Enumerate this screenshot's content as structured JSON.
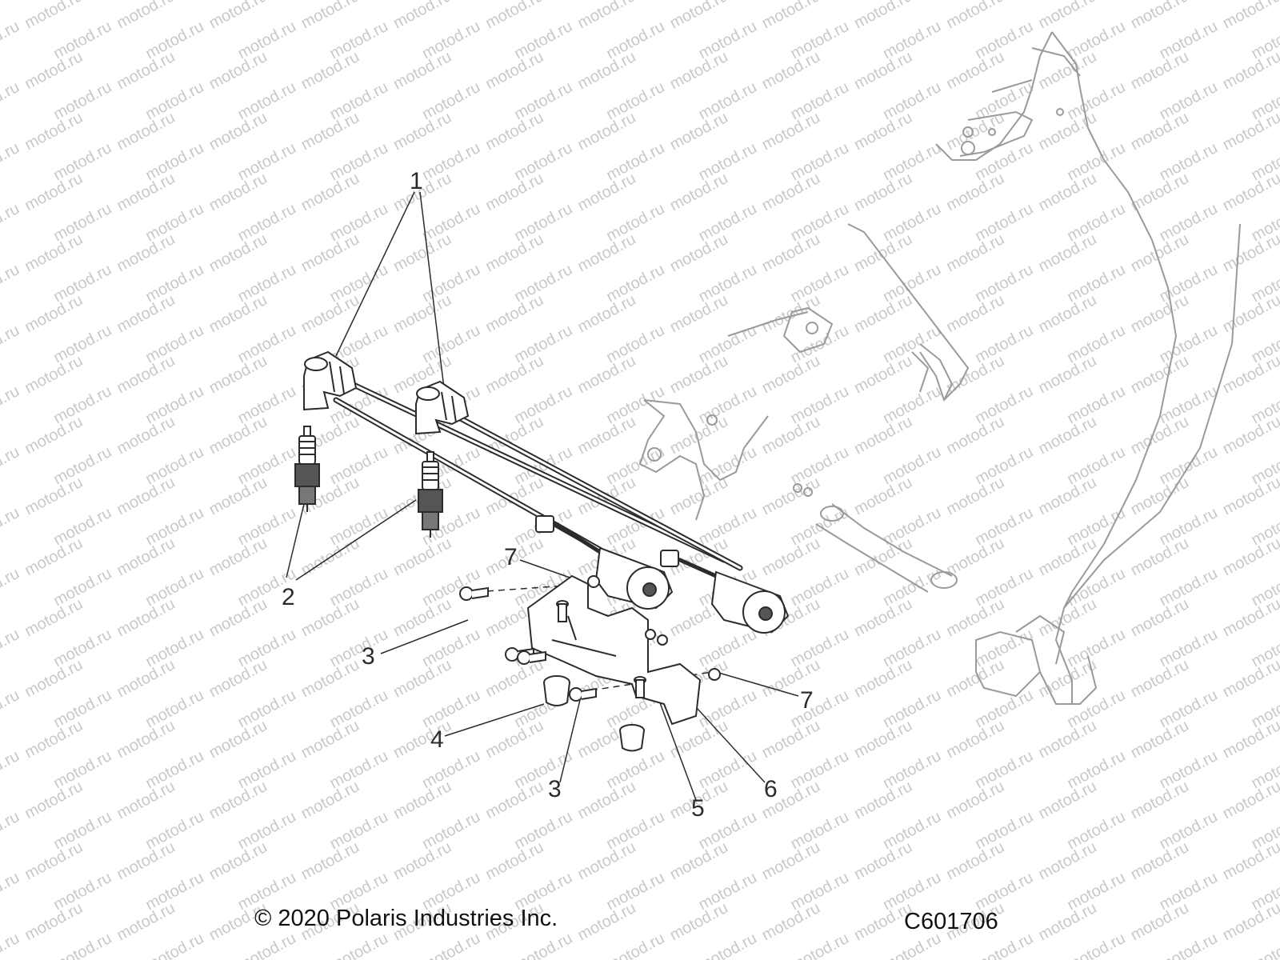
{
  "watermark": {
    "text": "motod.ru",
    "color": "#c9c9c9"
  },
  "callouts": {
    "c1": "1",
    "c2": "2",
    "c3a": "3",
    "c3b": "3",
    "c4": "4",
    "c5": "5",
    "c6": "6",
    "c7a": "7",
    "c7b": "7"
  },
  "footer": {
    "copyright": "© 2020 Polaris Industries Inc.",
    "drawing_code": "C601706"
  },
  "colors": {
    "line": "#2b2b2b",
    "faded": "#9a9a9a",
    "part_fill": "#ffffff",
    "shade": "#555555"
  }
}
